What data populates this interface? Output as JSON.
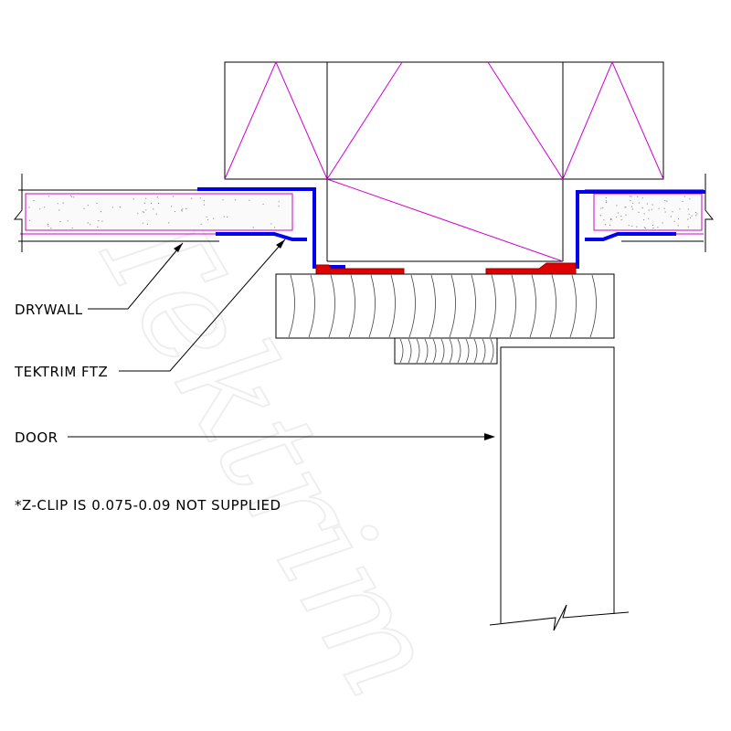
{
  "labels": {
    "drywall": "DRYWALL",
    "trim": "TEKTRIM FTZ",
    "door": "DOOR",
    "note": "*Z-CLIP IS 0.075-0.09 NOT SUPPLIED"
  },
  "watermark": "Tektrim",
  "colors": {
    "clip": "#0000ee",
    "gasket": "#e00000",
    "framing": "#d000d0",
    "line": "#000000"
  }
}
